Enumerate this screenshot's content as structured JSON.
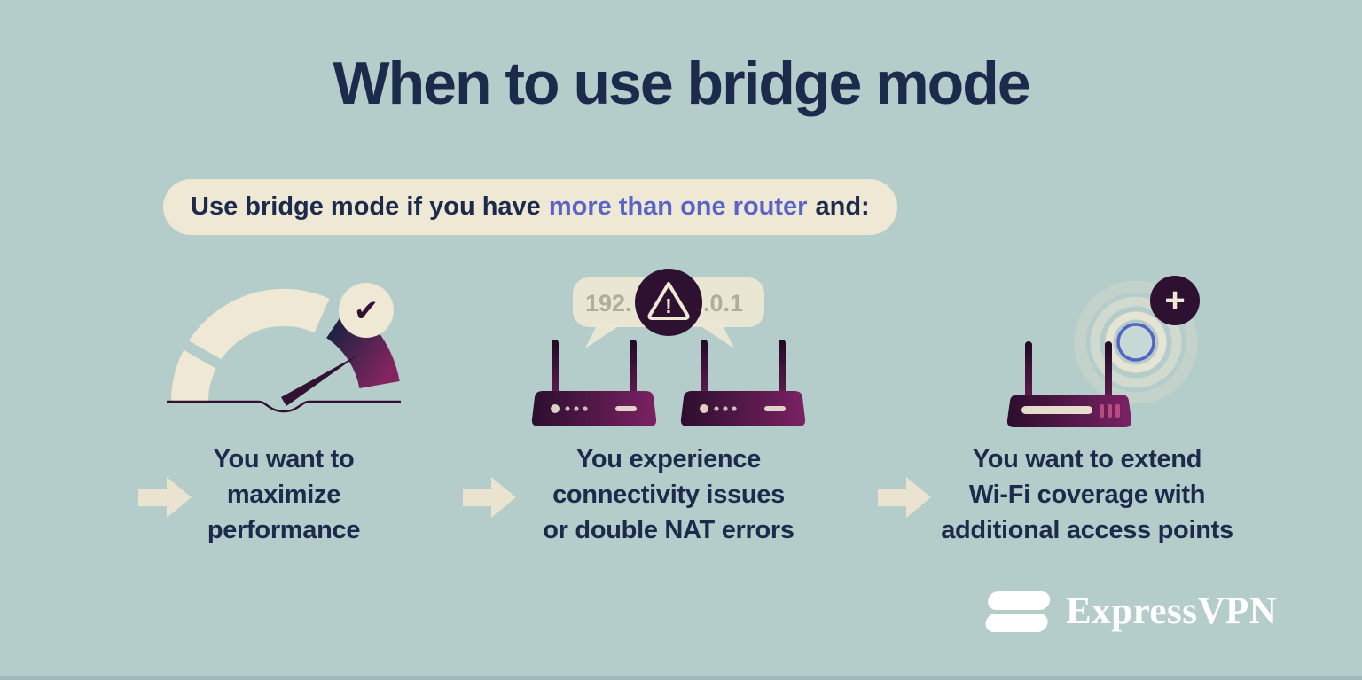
{
  "title": "When to use bridge mode",
  "banner": {
    "prefix": "Use bridge mode if you have",
    "highlight": "more than one router",
    "suffix": "and:"
  },
  "columns": [
    {
      "lines": [
        "You want to",
        "maximize",
        "performance"
      ]
    },
    {
      "lines": [
        "You experience",
        "connectivity issues",
        "or double NAT errors"
      ],
      "bubble_left": "192.",
      "bubble_right": "6.0.1"
    },
    {
      "lines": [
        "You want to extend",
        "Wi-Fi coverage with",
        "additional access points"
      ]
    }
  ],
  "icons": {
    "check": "✔",
    "warning": "!",
    "plus": "+",
    "arrow": "➔"
  },
  "logo": {
    "brand": "ExpressVPN"
  },
  "colors": {
    "background": "#b5cdca",
    "navy": "#1c2b4c",
    "cream": "#eee8d4",
    "highlight": "#5a63c8",
    "plum": "#331132",
    "magenta": "#82255f",
    "bubble_text": "#b2ac9c",
    "white": "#ffffff"
  }
}
